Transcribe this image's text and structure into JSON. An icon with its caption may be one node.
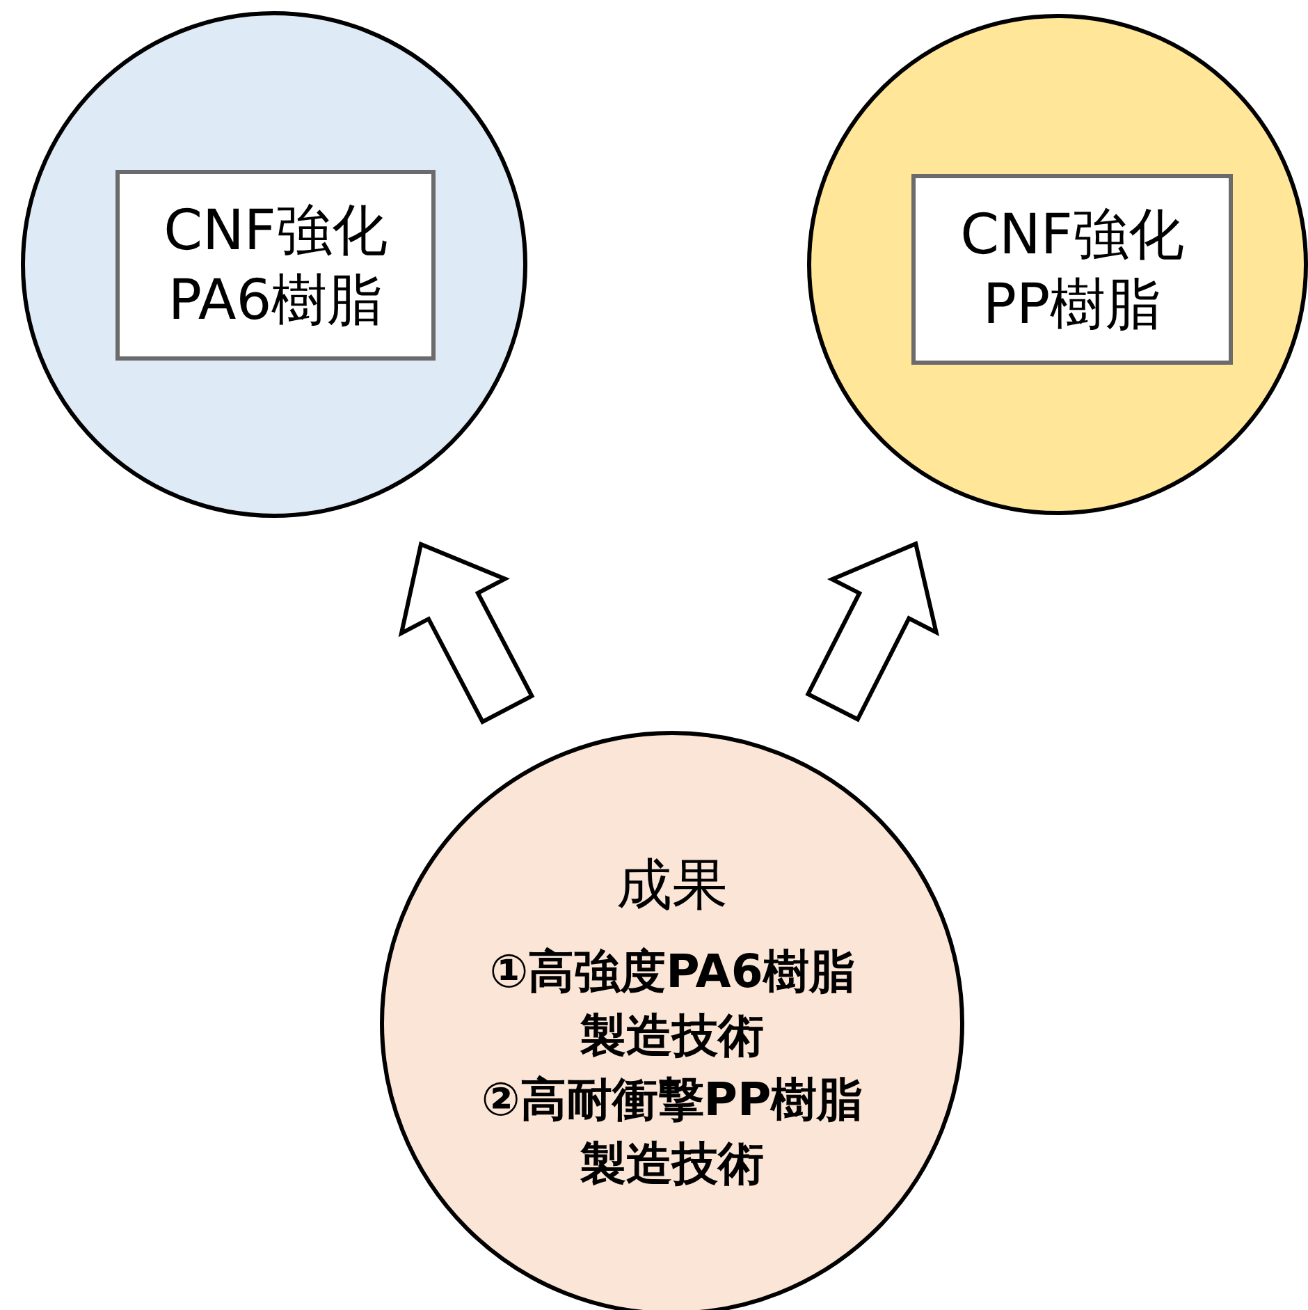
{
  "diagram": {
    "nodes": [
      {
        "text": [],
        "shape": "circle"
      },
      {
        "text": [
          "CNF強化PA6樹脂"
        ],
        "in": 0
      },
      {
        "text": [],
        "shape": "circle"
      },
      {
        "text": [
          "CNF強化PP樹脂"
        ],
        "in": 2
      },
      {
        "text": [
          "成果",
          "①高強度PA6樹脂製造技術",
          "②高耐衝撃PP樹脂製造技術"
        ]
      }
    ],
    "edges": [
      {
        "from": 4,
        "to": 0,
        "arrow": "to"
      },
      {
        "from": 4,
        "to": 2,
        "arrow": "to"
      }
    ]
  }
}
